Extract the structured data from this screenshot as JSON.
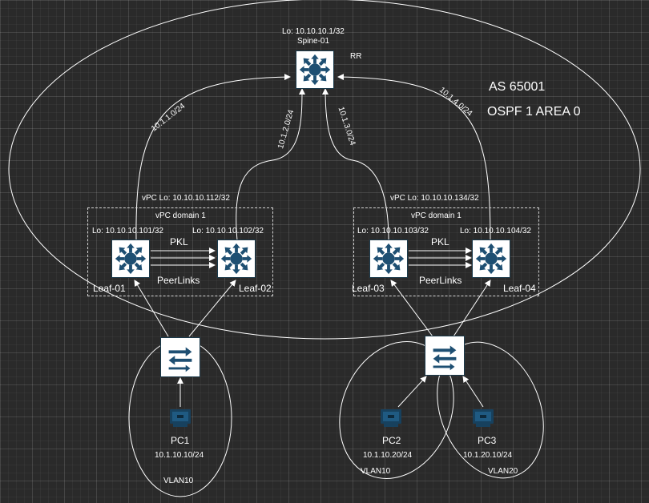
{
  "spine": {
    "lo": "Lo: 10.10.10.1/32",
    "name": "Spine-01",
    "rr": "RR"
  },
  "area": {
    "as": "AS 65001",
    "ospf": "OSPF 1 AREA 0"
  },
  "links": {
    "l1": "10.1.1.0/24",
    "l2": "10.1.2.0/24",
    "l3": "10.1.3.0/24",
    "l4": "10.1.4.0/24"
  },
  "domains": [
    {
      "vpc_lo": "vPC Lo: 10.10.10.112/32",
      "title": "vPC domain 1",
      "pkl": "PKL",
      "peer": "PeerLinks"
    },
    {
      "vpc_lo": "vPC Lo: 10.10.10.134/32",
      "title": "vPC domain 1",
      "pkl": "PKL",
      "peer": "PeerLinks"
    }
  ],
  "leaves": [
    {
      "lo": "Lo: 10.10.10.101/32",
      "name": "Leaf-01"
    },
    {
      "lo": "Lo: 10.10.10.102/32",
      "name": "Leaf-02"
    },
    {
      "lo": "Lo: 10.10.10.103/32",
      "name": "Leaf-03"
    },
    {
      "lo": "Lo: 10.10.10.104/32",
      "name": "Leaf-04"
    }
  ],
  "hosts": [
    {
      "name": "PC1",
      "ip": "10.1.10.10/24",
      "vlan": "VLAN10"
    },
    {
      "name": "PC2",
      "ip": "10.1.10.20/24",
      "vlan": "VLAN10"
    },
    {
      "name": "PC3",
      "ip": "10.1.20.10/24",
      "vlan": "VLAN20"
    }
  ],
  "colors": {
    "line": "#ffffff",
    "device_blue": "#1e4f72",
    "device_dark": "#17415e"
  }
}
